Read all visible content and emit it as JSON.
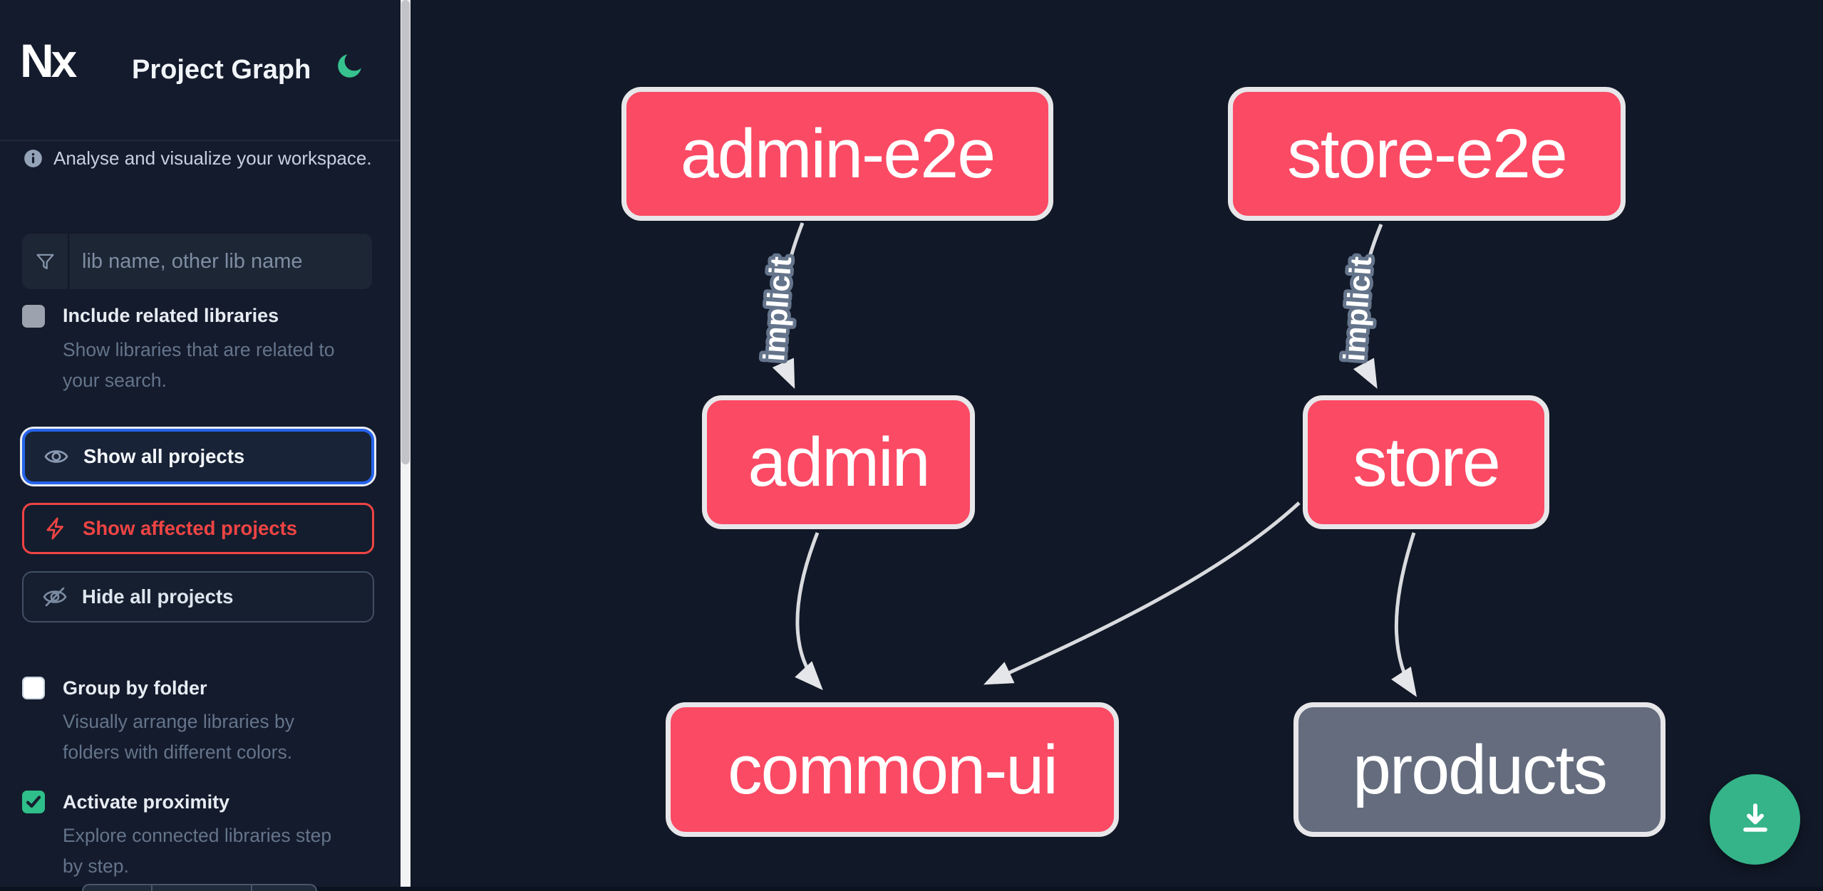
{
  "app": {
    "logo_text": "Nx",
    "title": "Project Graph",
    "theme_toggle_icon": "moon-icon"
  },
  "sidebar": {
    "intro": "Analyse and visualize your workspace.",
    "search_placeholder": "lib name, other lib name",
    "toggles": [
      {
        "label": "Include related libraries",
        "description": "Show libraries that are related to\nyour search.",
        "checked": false
      },
      {
        "label": "Group by folder",
        "description": "Visually arrange libraries by\nfolders with different colors.",
        "checked": false
      },
      {
        "label": "Activate proximity",
        "description": "Explore connected libraries step\nby step.",
        "checked": true
      }
    ],
    "buttons": [
      {
        "label": "Show all projects",
        "icon": "eye-icon",
        "state": "focused"
      },
      {
        "label": "Show affected projects",
        "icon": "bolt-icon",
        "state": "default"
      },
      {
        "label": "Hide all projects",
        "icon": "eye-off-icon",
        "state": "default"
      }
    ]
  },
  "graph": {
    "nodes": [
      {
        "id": "admin-e2e",
        "label": "admin-e2e",
        "type": "affected"
      },
      {
        "id": "store-e2e",
        "label": "store-e2e",
        "type": "affected"
      },
      {
        "id": "admin",
        "label": "admin",
        "type": "affected"
      },
      {
        "id": "store",
        "label": "store",
        "type": "affected"
      },
      {
        "id": "common-ui",
        "label": "common-ui",
        "type": "affected"
      },
      {
        "id": "products",
        "label": "products",
        "type": "normal"
      }
    ],
    "edges": [
      {
        "source": "admin-e2e",
        "target": "admin",
        "label": "implicit"
      },
      {
        "source": "store-e2e",
        "target": "store",
        "label": "implicit"
      },
      {
        "source": "admin",
        "target": "common-ui",
        "label": ""
      },
      {
        "source": "store",
        "target": "common-ui",
        "label": ""
      },
      {
        "source": "store",
        "target": "products",
        "label": ""
      }
    ]
  },
  "fab": {
    "icon": "download-icon",
    "action": "download-graph-image"
  },
  "colors": {
    "sidebar_bg": "#141b2c",
    "canvas_bg": "#111827",
    "affected_node": "#fb4a64",
    "normal_node": "#646c7e",
    "node_border": "#e7e7ea",
    "edge": "#d9dbdf",
    "focus_blue": "#2563eb",
    "danger_red": "#ef4444",
    "success_green": "#2fbf8a",
    "fab_green": "#34b488",
    "muted_text": "#64748b"
  }
}
